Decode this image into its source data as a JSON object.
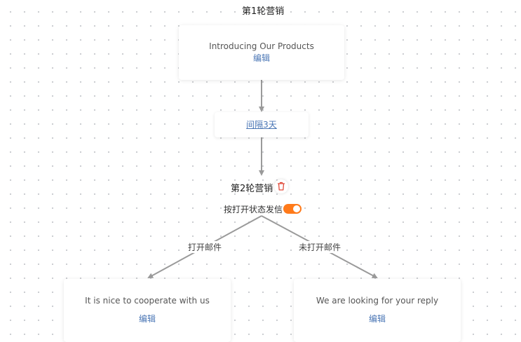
{
  "colors": {
    "accent_orange": "#ff7a1a",
    "link_blue": "#4a76b5",
    "connector_gray": "#9a9a9a",
    "delete_red": "#e04a3a"
  },
  "round1": {
    "title": "第1轮营销",
    "email": {
      "subject": "Introducing Our Products",
      "edit_label": "编辑"
    },
    "interval_label": "间隔3天"
  },
  "round2": {
    "title": "第2轮营销",
    "delete_icon": "trash-icon",
    "toggle": {
      "label": "按打开状态发信",
      "state": "on"
    },
    "branches": {
      "opened": {
        "label": "打开邮件",
        "email": {
          "subject": "It is nice to cooperate with us",
          "edit_label": "编辑"
        }
      },
      "not_opened": {
        "label": "未打开邮件",
        "email": {
          "subject": "We are looking for your reply",
          "edit_label": "编辑"
        }
      }
    }
  }
}
